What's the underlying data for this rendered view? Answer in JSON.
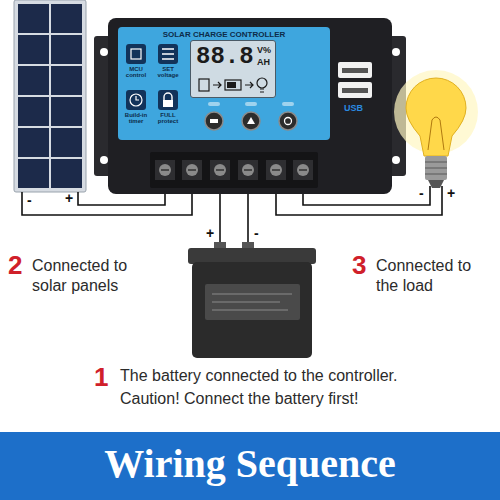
{
  "diagram": {
    "title": "Wiring Sequence",
    "nodes": [
      {
        "text": [
          "SOLAR CHARGE CONTROLLER"
        ]
      },
      {
        "text": [
          "88.8",
          "V%",
          "AH"
        ],
        "in": 0
      }
    ],
    "labels": [
      "MCU control",
      "SET voltage",
      "Build-in timer",
      "FULL protect",
      "USB",
      "-",
      "+",
      "+",
      "-",
      "-",
      "+",
      "2",
      "Connected to solar panels",
      "3",
      "Connected to the load",
      "1",
      "The battery connected to the controller.",
      "Caution! Connect the battery first!"
    ]
  }
}
